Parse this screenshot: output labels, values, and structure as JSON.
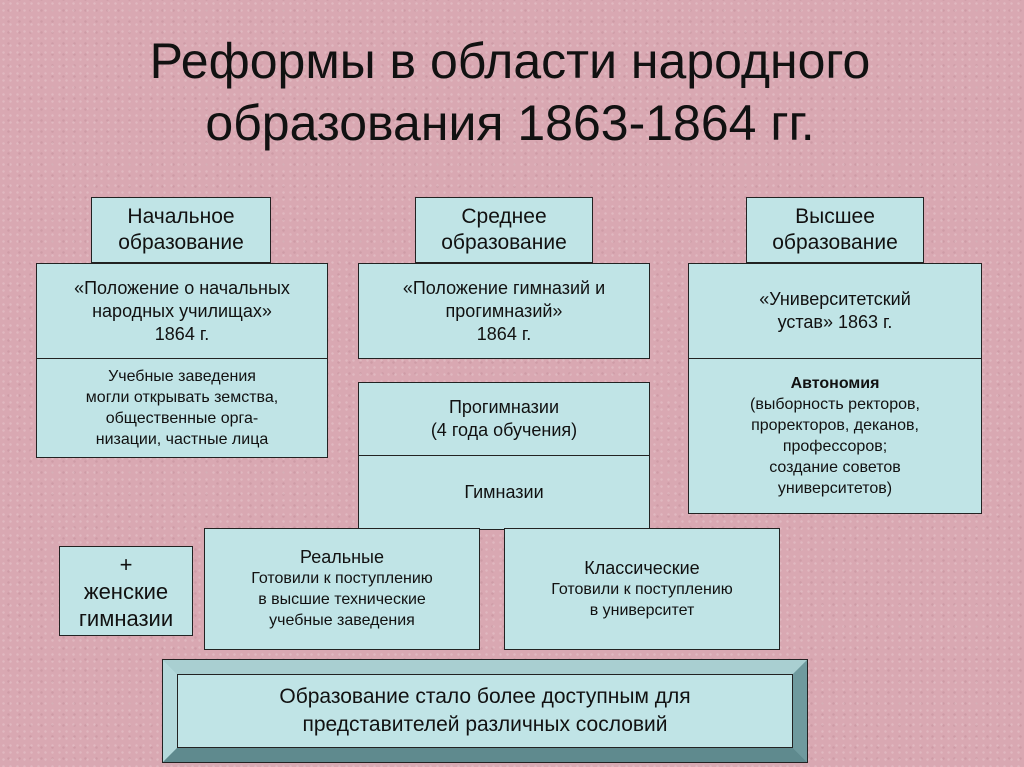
{
  "title": {
    "line1": "Реформы в области народного",
    "line2": "образования 1863-1864 гг."
  },
  "primary": {
    "header": [
      "Начальное",
      "образование"
    ],
    "document": [
      "«Положение о начальных",
      "народных училищах»",
      "1864 г."
    ],
    "note": [
      "Учебные заведения",
      "могли открывать земства,",
      "общественные орга-",
      "низации, частные лица"
    ]
  },
  "secondary": {
    "header": [
      "Среднее",
      "образование"
    ],
    "document": [
      "«Положение гимназий и",
      "прогимназий»",
      "1864 г."
    ],
    "progymnasium": [
      "Прогимназии",
      "(4 года обучения)"
    ],
    "gymnasium": "Гимназии",
    "real": [
      "Реальные",
      "Готовили к поступлению",
      "в высшие технические",
      "учебные заведения"
    ],
    "classical": [
      "Классические",
      "Готовили к поступлению",
      "в университет"
    ]
  },
  "higher": {
    "header": [
      "Высшее",
      "образование"
    ],
    "document": [
      "«Университетский",
      "устав» 1863 г."
    ],
    "autonomy_title": "Автономия",
    "autonomy": [
      "(выборность ректоров,",
      "проректоров, деканов,",
      "профессоров;",
      "создание советов",
      "университетов)"
    ]
  },
  "women": [
    "+",
    "женские",
    "гимназии"
  ],
  "conclusion": [
    "Образование стало более доступным для",
    "представителей различных сословий"
  ],
  "colors": {
    "background": "#d9a8b2",
    "box_fill": "#c0e4e6",
    "frame_fill": "#8fb8bb"
  }
}
